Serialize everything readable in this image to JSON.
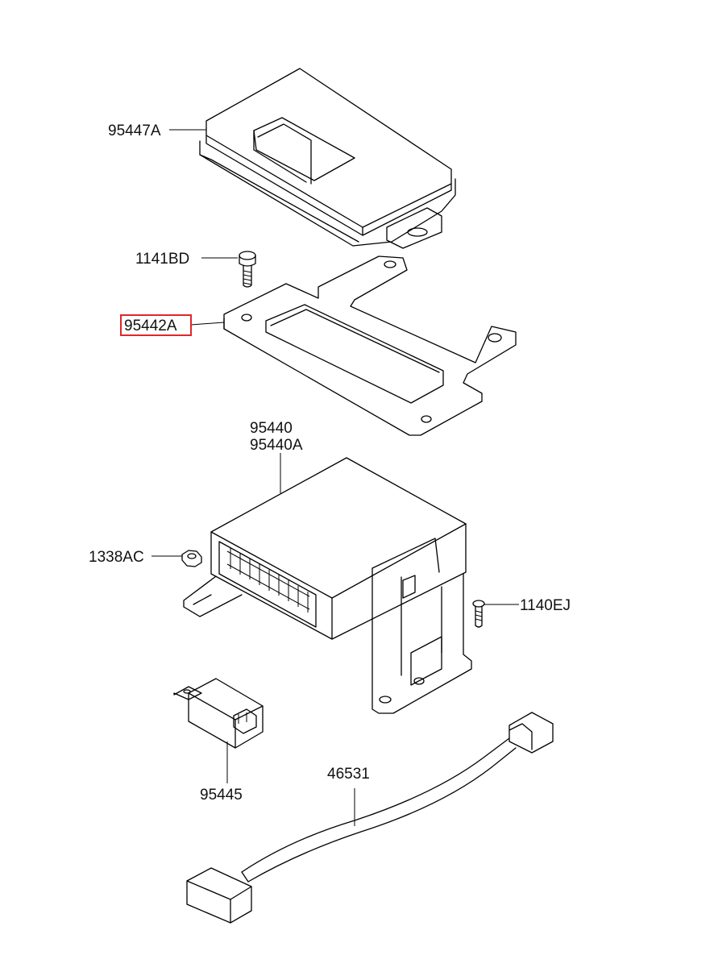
{
  "colors": {
    "line": "#000000",
    "highlight": "#e0262a",
    "background": "#ffffff"
  },
  "parts": [
    {
      "id": "part-95447a",
      "number": "95447A"
    },
    {
      "id": "part-1141bd",
      "number": "1141BD"
    },
    {
      "id": "part-95442a",
      "number": "95442A",
      "highlighted": true
    },
    {
      "id": "part-95440",
      "number": "95440"
    },
    {
      "id": "part-95440a",
      "number": "95440A"
    },
    {
      "id": "part-1338ac",
      "number": "1338AC"
    },
    {
      "id": "part-1140ej",
      "number": "1140EJ"
    },
    {
      "id": "part-95445",
      "number": "95445"
    },
    {
      "id": "part-46531",
      "number": "46531"
    }
  ]
}
